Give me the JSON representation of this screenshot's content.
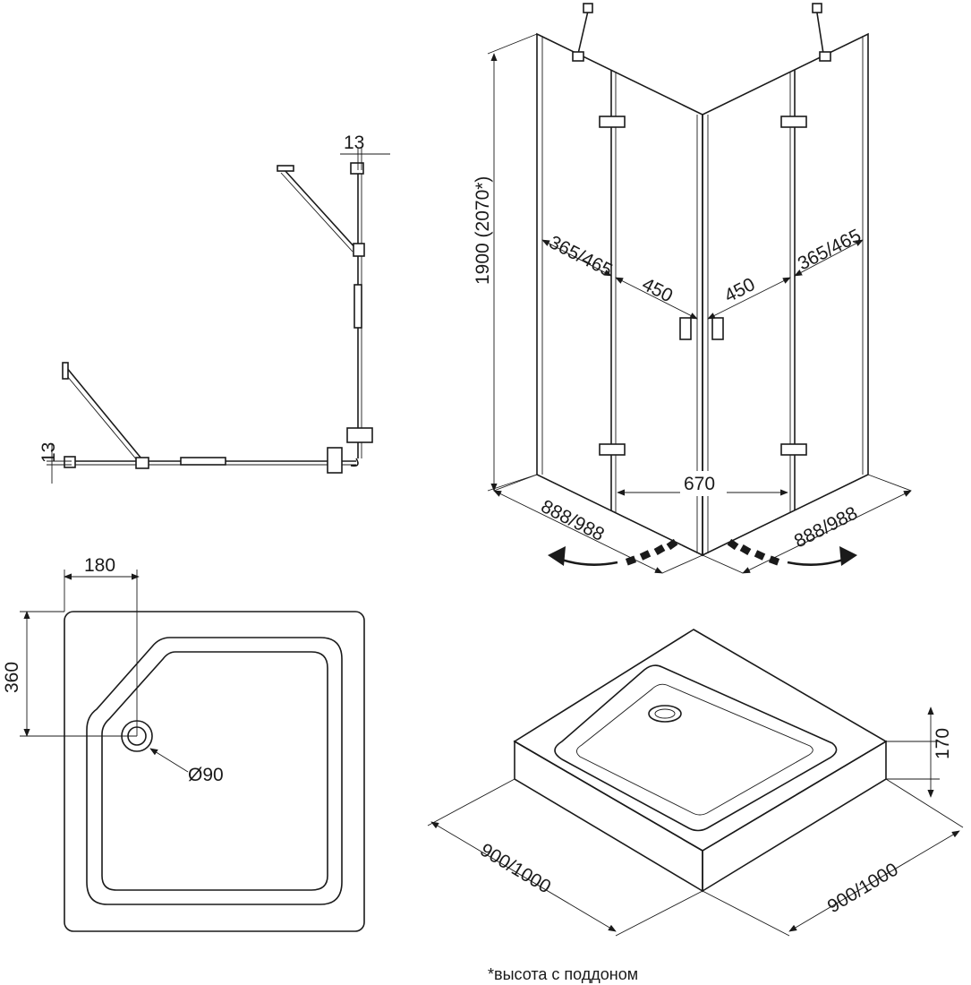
{
  "plan_view": {
    "top_gap": "13",
    "left_gap": "13"
  },
  "enclosure_view": {
    "height": "1900 (2070*)",
    "left_fixed_width": "365/465",
    "right_fixed_width": "365/465",
    "left_door_width": "450",
    "right_door_width": "450",
    "entry_width": "670",
    "left_side": "888/988",
    "right_side": "888/988"
  },
  "tray_plan": {
    "drain_offset_x": "180",
    "drain_offset_y": "360",
    "drain_diameter": "Ø90"
  },
  "tray_3d": {
    "height": "170",
    "left_size": "900/1000",
    "right_size": "900/1000"
  },
  "footnote": "*высота с поддоном"
}
